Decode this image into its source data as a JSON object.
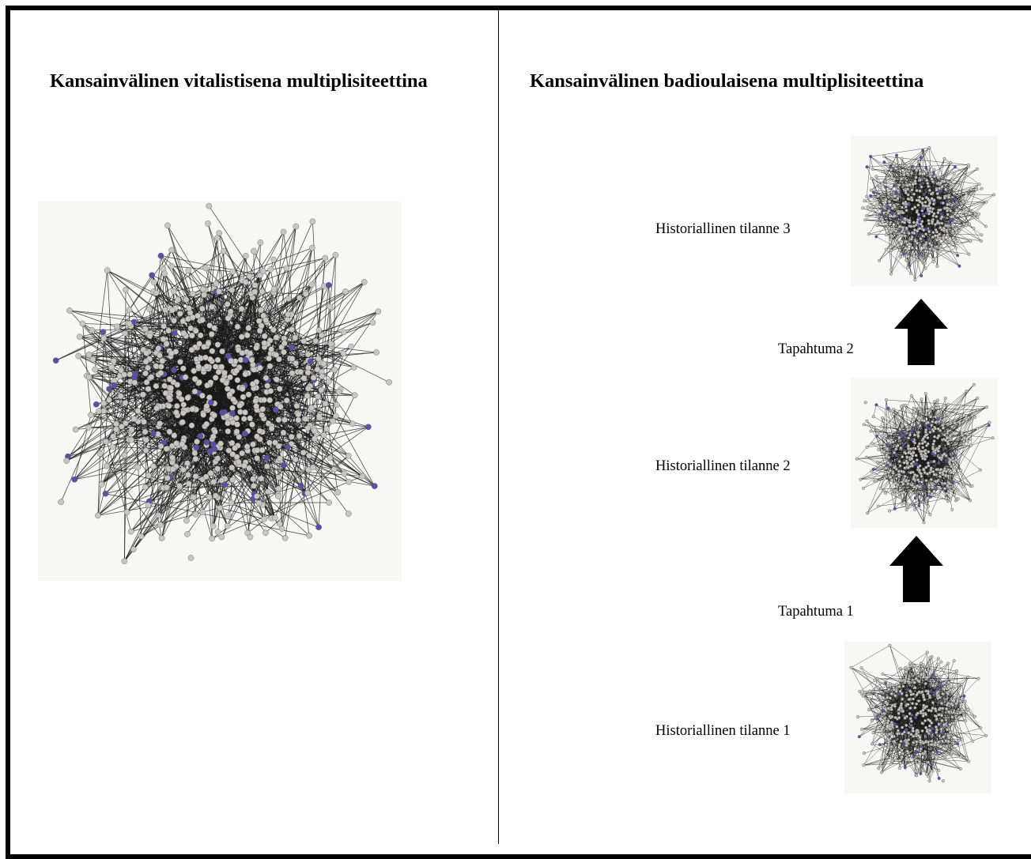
{
  "left_panel": {
    "title": "Kansainvälinen vitalistisena multiplisiteettina"
  },
  "right_panel": {
    "title": "Kansainvälinen badioulaisena multiplisiteettina",
    "situations": [
      {
        "label": "Historiallinen tilanne 3"
      },
      {
        "label": "Historiallinen tilanne 2"
      },
      {
        "label": "Historiallinen tilanne 1"
      }
    ],
    "events": [
      {
        "label": "Tapahtuma 2"
      },
      {
        "label": "Tapahtuma 1"
      }
    ]
  },
  "colors": {
    "node": "#c8c6c0",
    "node_accent": "#5b4fa8",
    "edge": "#1a1a1a",
    "arrow": "#000000"
  },
  "icons": {
    "network": "network-graph-icon",
    "arrow": "up-arrow-icon"
  }
}
